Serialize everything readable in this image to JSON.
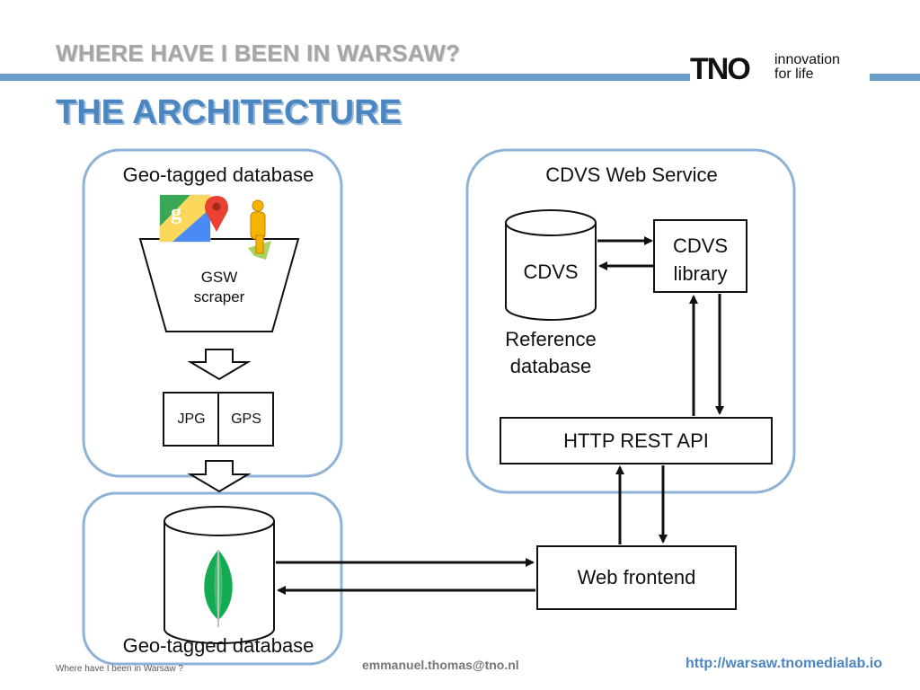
{
  "header": {
    "subtitle": "WHERE HAVE I BEEN IN WARSAW?",
    "title": "THE ARCHITECTURE",
    "logo_mark": "TNO",
    "logo_tagline_1": "innovation",
    "logo_tagline_2": "for life"
  },
  "left_panel": {
    "title": "Geo-tagged database",
    "scraper_line1": "GSW",
    "scraper_line2": "scraper",
    "cell_jpg": "JPG",
    "cell_gps": "GPS"
  },
  "bottom_panel": {
    "title": "Geo-tagged database"
  },
  "right_panel": {
    "title": "CDVS Web Service",
    "db_label": "CDVS",
    "library_line1": "CDVS",
    "library_line2": "library",
    "ref_line1": "Reference",
    "ref_line2": "database",
    "api_label": "HTTP REST API"
  },
  "frontend": {
    "label": "Web frontend"
  },
  "footer": {
    "left": "Where have I been in Warsaw ?",
    "email": "emmanuel.thomas@tno.nl",
    "url": "http://warsaw.tnomedialab.io"
  },
  "colors": {
    "accent_blue": "#4a86c2",
    "panel_border": "#8fb3d6"
  },
  "icons": [
    "google-maps-icon",
    "pegman-icon",
    "mongodb-leaf-icon"
  ]
}
